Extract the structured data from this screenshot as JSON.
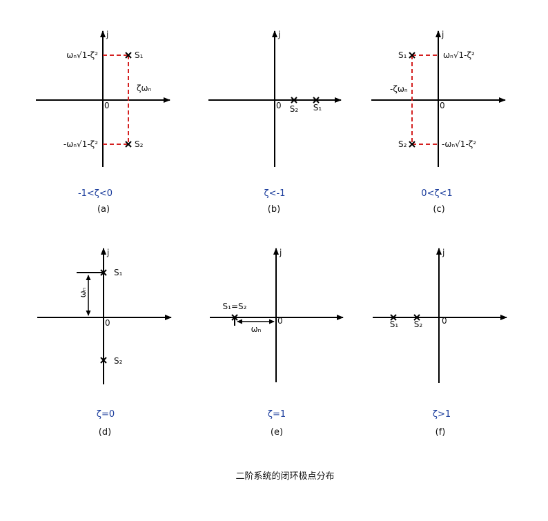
{
  "title": "二阶系统的闭环极点分布",
  "axis_labels": {
    "imag": "j",
    "origin": "0"
  },
  "colors": {
    "dashed": "#d42020",
    "condition": "#1a3c9c",
    "axis": "#000000"
  },
  "panels": [
    {
      "id": "a",
      "caption": "(a)",
      "condition": "-1<ζ<0",
      "s1_label": "S₁",
      "s2_label": "S₂",
      "upper_label": "ωₙ√1-ζ²",
      "lower_label": "-ωₙ√1-ζ²",
      "side_label": "ζωₙ"
    },
    {
      "id": "b",
      "caption": "(b)",
      "condition": "ζ<-1",
      "s1_label": "S₁",
      "s2_label": "S₂"
    },
    {
      "id": "c",
      "caption": "(c)",
      "condition": "0<ζ<1",
      "s1_label": "S₁",
      "s2_label": "S₂",
      "upper_label": "ωₙ√1-ζ²",
      "lower_label": "-ωₙ√1-ζ²",
      "side_label": "-ζωₙ"
    },
    {
      "id": "d",
      "caption": "(d)",
      "condition": "ζ=0",
      "s1_label": "S₁",
      "s2_label": "S₂",
      "dim_label": "ωₙ"
    },
    {
      "id": "e",
      "caption": "(e)",
      "condition": "ζ=1",
      "pole_label": "S₁=S₂",
      "dim_label": "ωₙ"
    },
    {
      "id": "f",
      "caption": "(f)",
      "condition": "ζ>1",
      "s1_label": "S₁",
      "s2_label": "S₂"
    }
  ]
}
